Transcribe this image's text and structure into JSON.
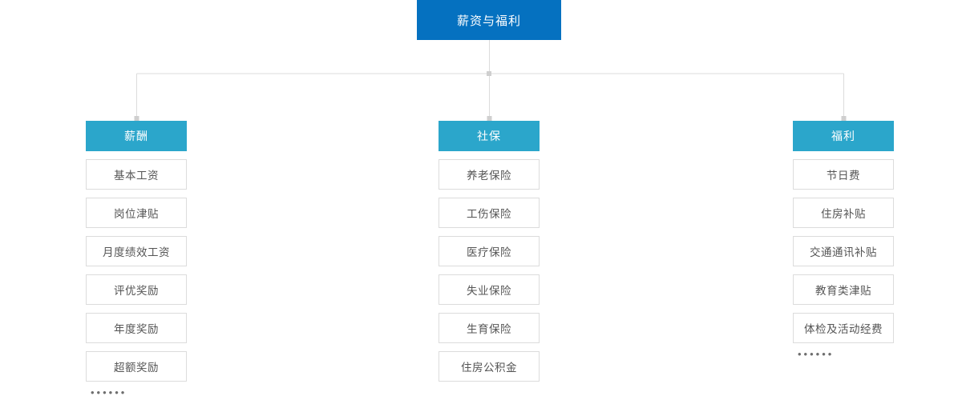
{
  "diagram": {
    "type": "org-tree",
    "title": "薪资与福利",
    "colors": {
      "root_bg": "#0571c0",
      "branch_bg": "#2ba6cb",
      "leaf_border": "#dcdcdc",
      "leaf_text": "#555555",
      "connector": "#dcdcdc",
      "dots": "#6e6e6e",
      "page_bg": "#ffffff"
    },
    "root": {
      "label": "薪资与福利"
    },
    "branches": [
      {
        "label": "薪酬",
        "leaves": [
          "基本工资",
          "岗位津贴",
          "月度绩效工资",
          "评优奖励",
          "年度奖励",
          "超额奖励"
        ],
        "more": "••••••"
      },
      {
        "label": "社保",
        "leaves": [
          "养老保险",
          "工伤保险",
          "医疗保险",
          "失业保险",
          "生育保险",
          "住房公积金"
        ],
        "more": ""
      },
      {
        "label": "福利",
        "leaves": [
          "节日费",
          "住房补贴",
          "交通通讯补贴",
          "教育类津贴",
          "体检及活动经费"
        ],
        "more": "••••••"
      }
    ]
  }
}
